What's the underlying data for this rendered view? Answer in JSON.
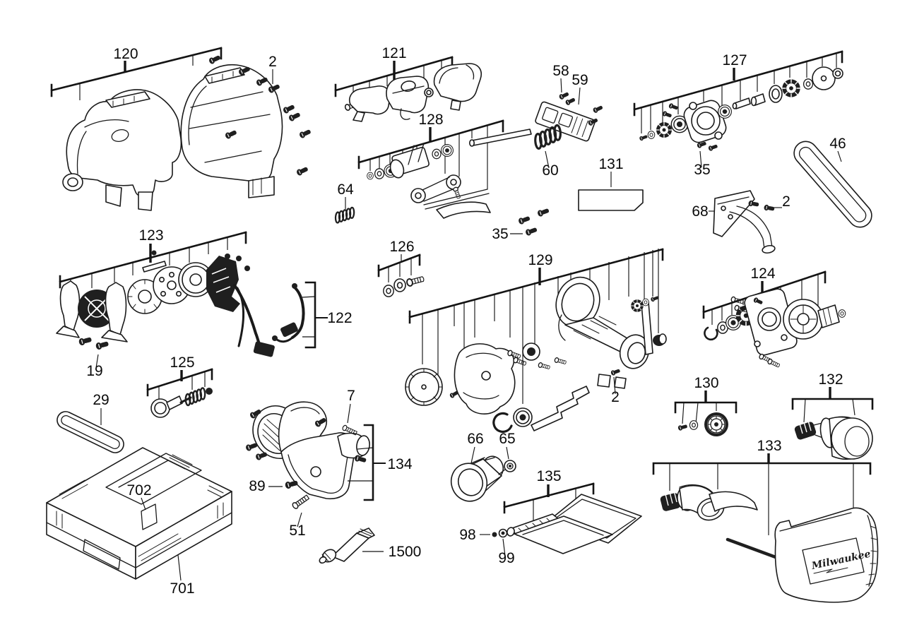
{
  "figure": {
    "type": "exploded-parts-diagram",
    "background": "#ffffff"
  },
  "palette": {
    "line": "#1a1a1a",
    "label": "#0a0a0a",
    "dark_fill": "#1f1f1f"
  },
  "brand": {
    "logo_text": "Milwaukee"
  },
  "callouts": {
    "c120": "120",
    "c2_housing": "2",
    "c121": "121",
    "c128": "128",
    "c64": "64",
    "c58": "58",
    "c59": "59",
    "c60": "60",
    "c35_screws": "35",
    "c131": "131",
    "c127": "127",
    "c35_armature": "35",
    "c46": "46",
    "c68": "68",
    "c2_bracket": "2",
    "c123": "123",
    "c19": "19",
    "c122": "122",
    "c126": "126",
    "c129": "129",
    "c2_gearcase": "2",
    "c124": "124",
    "c125": "125",
    "c29": "29",
    "c702": "702",
    "c701": "701",
    "c7": "7",
    "c134": "134",
    "c89": "89",
    "c51": "51",
    "c1500": "1500",
    "c66": "66",
    "c65": "65",
    "c135": "135",
    "c98": "98",
    "c99": "99",
    "c130": "130",
    "c132": "132",
    "c133": "133"
  }
}
